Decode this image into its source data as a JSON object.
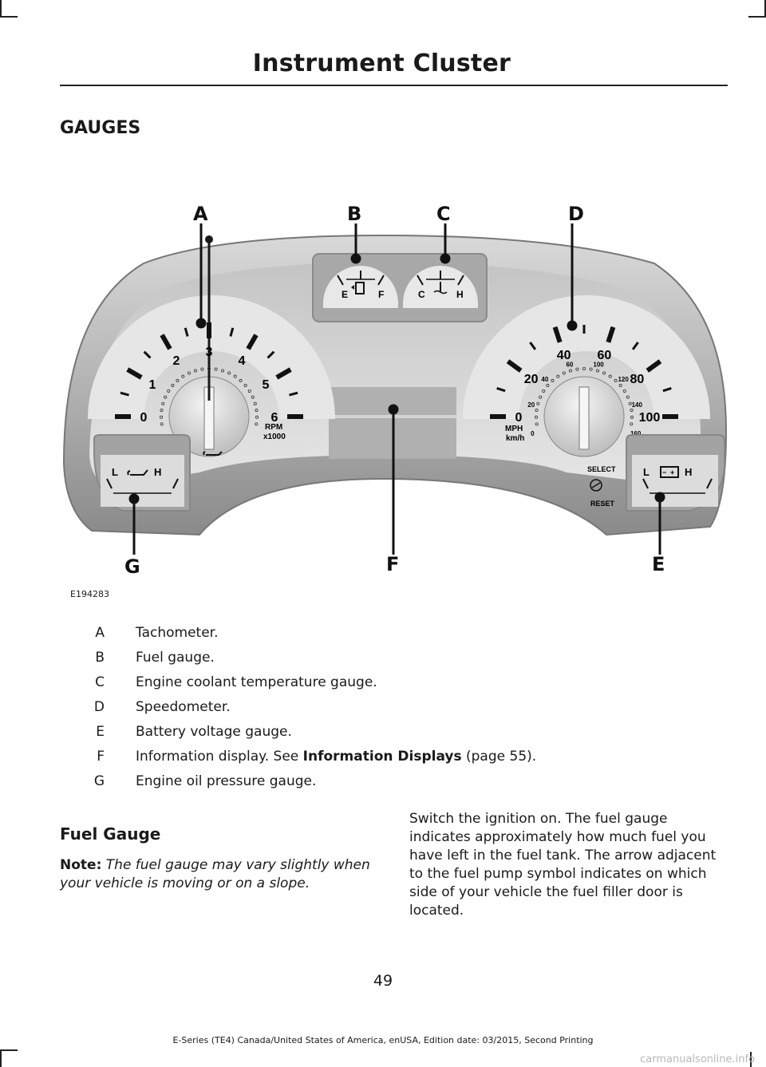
{
  "header": {
    "title": "Instrument Cluster"
  },
  "section": {
    "heading": "GAUGES"
  },
  "figure": {
    "id": "E194283",
    "callouts": [
      "A",
      "B",
      "C",
      "D",
      "E",
      "F",
      "G"
    ],
    "tachometer": {
      "ticks": [
        "0",
        "1",
        "2",
        "3",
        "4",
        "5",
        "6"
      ],
      "unit": "RPM",
      "multiplier": "x1000"
    },
    "speedometer": {
      "mph_ticks": [
        "0",
        "20",
        "40",
        "60",
        "80",
        "100"
      ],
      "kmh_ticks": [
        "0",
        "20",
        "40",
        "60",
        "100",
        "120",
        "140",
        "160"
      ],
      "unit_mph": "MPH",
      "unit_kmh": "km/h"
    },
    "fuel_gauge": {
      "low": "E",
      "high": "F"
    },
    "temp_gauge": {
      "low": "C",
      "high": "H"
    },
    "oil_gauge": {
      "low": "L",
      "high": "H"
    },
    "battery_gauge": {
      "low": "L",
      "high": "H"
    },
    "buttons": {
      "select": "SELECT",
      "reset": "RESET"
    }
  },
  "legend": [
    {
      "letter": "A",
      "text": "Tachometer."
    },
    {
      "letter": "B",
      "text": "Fuel gauge."
    },
    {
      "letter": "C",
      "text": "Engine coolant temperature gauge."
    },
    {
      "letter": "D",
      "text": "Speedometer."
    },
    {
      "letter": "E",
      "text": "Battery voltage gauge."
    },
    {
      "letter": "F",
      "text_before": "Information display.  See ",
      "link": "Information Displays",
      "text_after": " (page 55)."
    },
    {
      "letter": "G",
      "text": "Engine oil pressure gauge."
    }
  ],
  "fuel_section": {
    "heading": "Fuel Gauge",
    "note_label": "Note:",
    "note_text": "The fuel gauge may vary slightly when your vehicle is moving or on a slope.",
    "paragraph": "Switch the ignition on. The fuel gauge indicates approximately how much fuel you have left in the fuel tank. The arrow adjacent to the fuel pump symbol indicates on which side of your vehicle the fuel filler door is located."
  },
  "page_number": "49",
  "footer": "E-Series (TE4) Canada/United States of America, enUSA, Edition date: 03/2015, Second Printing",
  "watermark": "carmanualsonline.info"
}
